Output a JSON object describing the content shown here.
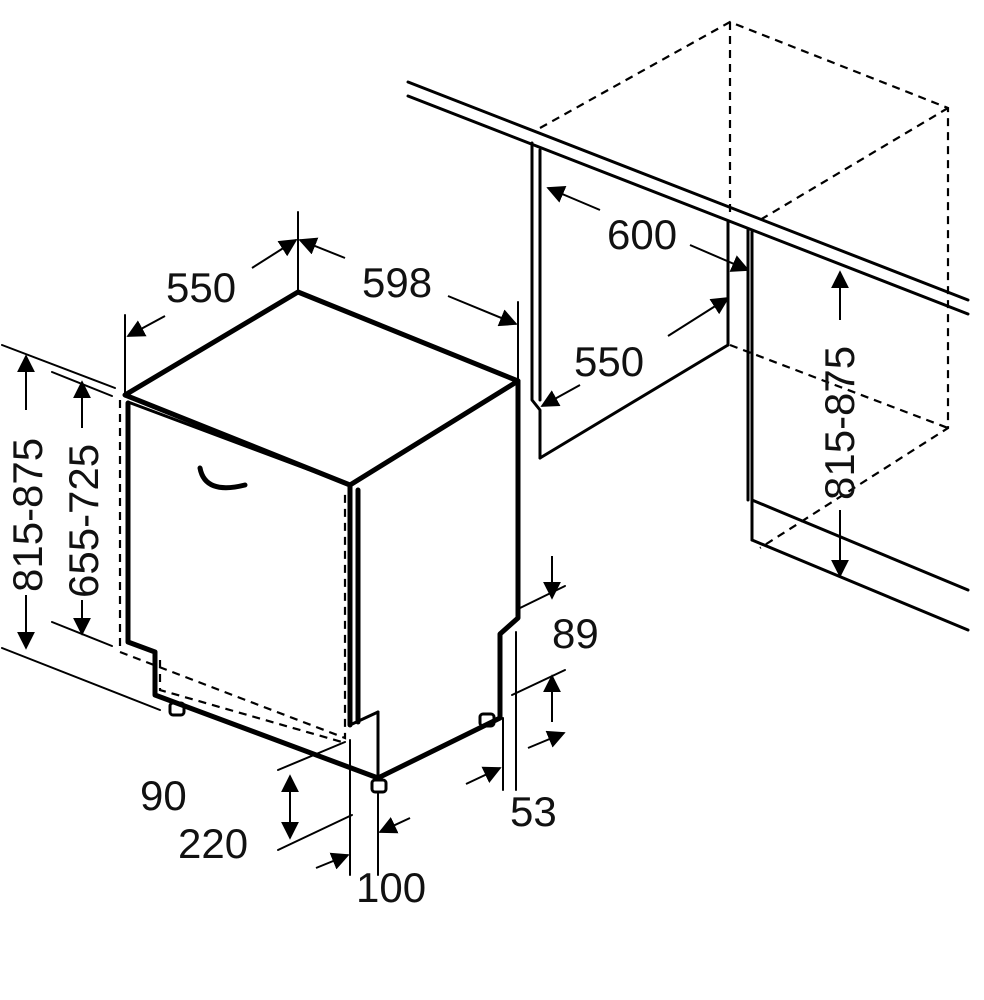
{
  "dimensions": {
    "cabinet_width": "600",
    "cabinet_depth": "550",
    "cabinet_height": "815-875",
    "appliance_depth": "550",
    "appliance_width": "598",
    "appliance_height": "815-875",
    "door_height": "655-725",
    "plinth_height_max": "89",
    "plinth_offset": "53",
    "plinth_recess": "90",
    "foot_height": "220",
    "foot_offset": "100"
  },
  "colors": {
    "line": "#000000",
    "background": "#ffffff"
  }
}
